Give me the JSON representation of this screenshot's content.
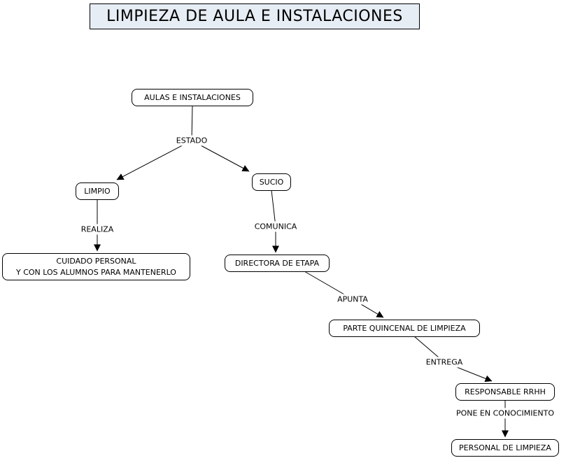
{
  "title": "LIMPIEZA DE AULA E INSTALACIONES",
  "nodes": {
    "aulas_e_instalaciones": {
      "label": "AULAS E INSTALACIONES"
    },
    "limpio": {
      "label": "LIMPIO"
    },
    "sucio": {
      "label": "SUCIO"
    },
    "cuidado_personal": {
      "label": "CUIDADO PERSONAL\nY CON LOS ALUMNOS PARA MANTENERLO"
    },
    "directora_de_etapa": {
      "label": "DIRECTORA DE ETAPA"
    },
    "parte_quincenal": {
      "label": "PARTE QUINCENAL DE LIMPIEZA"
    },
    "responsable_rrhh": {
      "label": "RESPONSABLE RRHH"
    },
    "personal_de_limpieza": {
      "label": "PERSONAL DE LIMPIEZA"
    }
  },
  "links": {
    "estado": {
      "label": "ESTADO"
    },
    "realiza": {
      "label": "REALIZA"
    },
    "comunica": {
      "label": "COMUNICA"
    },
    "apunta": {
      "label": "APUNTA"
    },
    "entrega": {
      "label": "ENTREGA"
    },
    "pone_en_conocimiento": {
      "label": "PONE EN CONOCIMIENTO"
    }
  },
  "edges": [
    {
      "from": "AULAS E INSTALACIONES",
      "link": "ESTADO",
      "to": "LIMPIO"
    },
    {
      "from": "AULAS E INSTALACIONES",
      "link": "ESTADO",
      "to": "SUCIO"
    },
    {
      "from": "LIMPIO",
      "link": "REALIZA",
      "to": "CUIDADO PERSONAL Y CON LOS ALUMNOS PARA MANTENERLO"
    },
    {
      "from": "SUCIO",
      "link": "COMUNICA",
      "to": "DIRECTORA DE ETAPA"
    },
    {
      "from": "DIRECTORA DE ETAPA",
      "link": "APUNTA",
      "to": "PARTE QUINCENAL DE LIMPIEZA"
    },
    {
      "from": "PARTE QUINCENAL DE LIMPIEZA",
      "link": "ENTREGA",
      "to": "RESPONSABLE RRHH"
    },
    {
      "from": "RESPONSABLE RRHH",
      "link": "PONE EN CONOCIMIENTO",
      "to": "PERSONAL DE LIMPIEZA"
    }
  ],
  "colors": {
    "background": "#ffffff",
    "title_background": "#e7edf4",
    "node_border": "#000000",
    "line": "#000000",
    "text": "#000000"
  }
}
